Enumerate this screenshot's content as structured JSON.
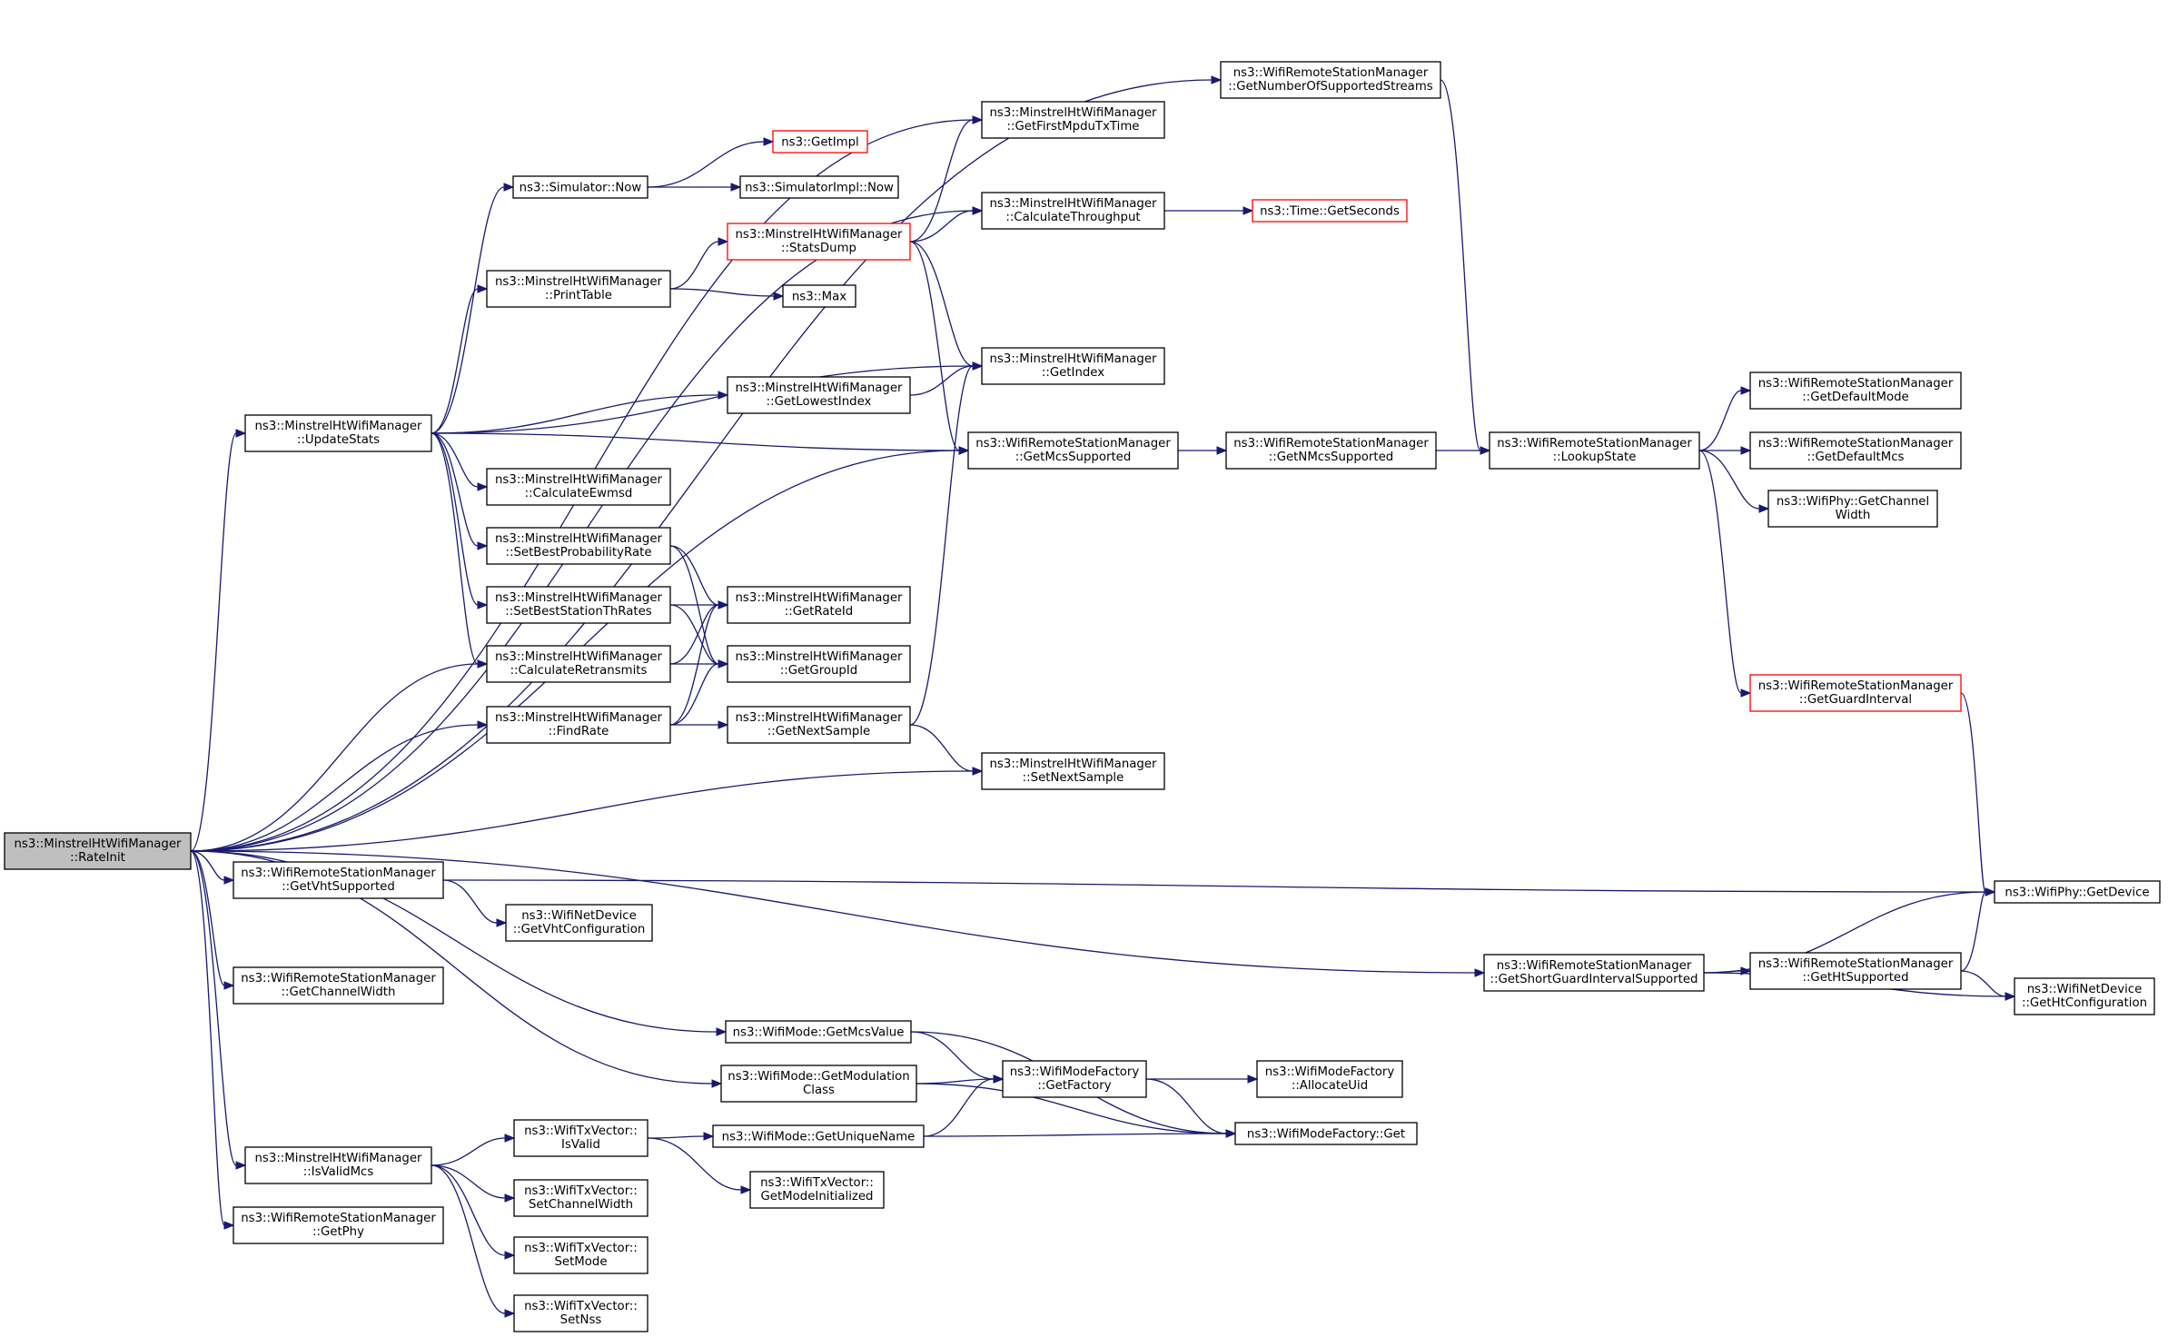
{
  "graph": {
    "edge_color": "#191970",
    "root_fill": "#bfbfbf",
    "truncated_node_border": "#ff0000",
    "nodes": [
      {
        "id": "rateinit",
        "lines": [
          "ns3::MinstrelHtWifiManager",
          "::RateInit"
        ],
        "style": "root"
      },
      {
        "id": "getnumstreams",
        "lines": [
          "ns3::WifiRemoteStationManager",
          "::GetNumberOfSupportedStreams"
        ]
      },
      {
        "id": "getfirstmpdu",
        "lines": [
          "ns3::MinstrelHtWifiManager",
          "::GetFirstMpduTxTime"
        ]
      },
      {
        "id": "getimpl",
        "lines": [
          "ns3::GetImpl"
        ],
        "style": "red"
      },
      {
        "id": "simnow",
        "lines": [
          "ns3::Simulator::Now"
        ]
      },
      {
        "id": "simimplnow",
        "lines": [
          "ns3::SimulatorImpl::Now"
        ]
      },
      {
        "id": "calcthroughput",
        "lines": [
          "ns3::MinstrelHtWifiManager",
          "::CalculateThroughput"
        ]
      },
      {
        "id": "getseconds",
        "lines": [
          "ns3::Time::GetSeconds"
        ],
        "style": "red"
      },
      {
        "id": "statsdump",
        "lines": [
          "ns3::MinstrelHtWifiManager",
          "::StatsDump"
        ],
        "style": "red"
      },
      {
        "id": "printtable",
        "lines": [
          "ns3::MinstrelHtWifiManager",
          "::PrintTable"
        ]
      },
      {
        "id": "max",
        "lines": [
          "ns3::Max"
        ]
      },
      {
        "id": "getindex",
        "lines": [
          "ns3::MinstrelHtWifiManager",
          "::GetIndex"
        ]
      },
      {
        "id": "getlowestindex",
        "lines": [
          "ns3::MinstrelHtWifiManager",
          "::GetLowestIndex"
        ]
      },
      {
        "id": "updatestats",
        "lines": [
          "ns3::MinstrelHtWifiManager",
          "::UpdateStats"
        ]
      },
      {
        "id": "getmcssupported",
        "lines": [
          "ns3::WifiRemoteStationManager",
          "::GetMcsSupported"
        ]
      },
      {
        "id": "getnmcssupported",
        "lines": [
          "ns3::WifiRemoteStationManager",
          "::GetNMcsSupported"
        ]
      },
      {
        "id": "lookupstate",
        "lines": [
          "ns3::WifiRemoteStationManager",
          "::LookupState"
        ]
      },
      {
        "id": "getdefaultmode",
        "lines": [
          "ns3::WifiRemoteStationManager",
          "::GetDefaultMode"
        ]
      },
      {
        "id": "getdefaultmcs",
        "lines": [
          "ns3::WifiRemoteStationManager",
          "::GetDefaultMcs"
        ]
      },
      {
        "id": "getchannelwidthphy",
        "lines": [
          "ns3::WifiPhy::GetChannel",
          "Width"
        ]
      },
      {
        "id": "calcewmsd",
        "lines": [
          "ns3::MinstrelHtWifiManager",
          "::CalculateEwmsd"
        ]
      },
      {
        "id": "setbestprob",
        "lines": [
          "ns3::MinstrelHtWifiManager",
          "::SetBestProbabilityRate"
        ]
      },
      {
        "id": "setbeststation",
        "lines": [
          "ns3::MinstrelHtWifiManager",
          "::SetBestStationThRates"
        ]
      },
      {
        "id": "getrateid",
        "lines": [
          "ns3::MinstrelHtWifiManager",
          "::GetRateId"
        ]
      },
      {
        "id": "calcretransmits",
        "lines": [
          "ns3::MinstrelHtWifiManager",
          "::CalculateRetransmits"
        ]
      },
      {
        "id": "getgroupid",
        "lines": [
          "ns3::MinstrelHtWifiManager",
          "::GetGroupId"
        ]
      },
      {
        "id": "getguardinterval",
        "lines": [
          "ns3::WifiRemoteStationManager",
          "::GetGuardInterval"
        ],
        "style": "red"
      },
      {
        "id": "findrate",
        "lines": [
          "ns3::MinstrelHtWifiManager",
          "::FindRate"
        ]
      },
      {
        "id": "getnextsample",
        "lines": [
          "ns3::MinstrelHtWifiManager",
          "::GetNextSample"
        ]
      },
      {
        "id": "setnextsample",
        "lines": [
          "ns3::MinstrelHtWifiManager",
          "::SetNextSample"
        ]
      },
      {
        "id": "getvhtsupported",
        "lines": [
          "ns3::WifiRemoteStationManager",
          "::GetVhtSupported"
        ]
      },
      {
        "id": "getdevice",
        "lines": [
          "ns3::WifiPhy::GetDevice"
        ]
      },
      {
        "id": "getvhtconfig",
        "lines": [
          "ns3::WifiNetDevice",
          "::GetVhtConfiguration"
        ]
      },
      {
        "id": "getsgisupported",
        "lines": [
          "ns3::WifiRemoteStationManager",
          "::GetShortGuardIntervalSupported"
        ]
      },
      {
        "id": "gethtsupported",
        "lines": [
          "ns3::WifiRemoteStationManager",
          "::GetHtSupported"
        ]
      },
      {
        "id": "gethtconfig",
        "lines": [
          "ns3::WifiNetDevice",
          "::GetHtConfiguration"
        ]
      },
      {
        "id": "getchannelwidthrsm",
        "lines": [
          "ns3::WifiRemoteStationManager",
          "::GetChannelWidth"
        ]
      },
      {
        "id": "getmcsvalue",
        "lines": [
          "ns3::WifiMode::GetMcsValue"
        ]
      },
      {
        "id": "getfactory",
        "lines": [
          "ns3::WifiModeFactory",
          "::GetFactory"
        ]
      },
      {
        "id": "allocateuid",
        "lines": [
          "ns3::WifiModeFactory",
          "::AllocateUid"
        ]
      },
      {
        "id": "getmodclass",
        "lines": [
          "ns3::WifiMode::GetModulation",
          "Class"
        ]
      },
      {
        "id": "wmfget",
        "lines": [
          "ns3::WifiModeFactory::Get"
        ]
      },
      {
        "id": "isvalid",
        "lines": [
          "ns3::WifiTxVector::",
          "IsValid"
        ]
      },
      {
        "id": "getuniquename",
        "lines": [
          "ns3::WifiMode::GetUniqueName"
        ]
      },
      {
        "id": "isvalidmcs",
        "lines": [
          "ns3::MinstrelHtWifiManager",
          "::IsValidMcs"
        ]
      },
      {
        "id": "getmodeinit",
        "lines": [
          "ns3::WifiTxVector::",
          "GetModeInitialized"
        ]
      },
      {
        "id": "setchannelwidth",
        "lines": [
          "ns3::WifiTxVector::",
          "SetChannelWidth"
        ]
      },
      {
        "id": "getphy",
        "lines": [
          "ns3::WifiRemoteStationManager",
          "::GetPhy"
        ]
      },
      {
        "id": "setmode",
        "lines": [
          "ns3::WifiTxVector::",
          "SetMode"
        ]
      },
      {
        "id": "setnss",
        "lines": [
          "ns3::WifiTxVector::",
          "SetNss"
        ]
      }
    ],
    "edges": [
      [
        "rateinit",
        "getnumstreams"
      ],
      [
        "rateinit",
        "getfirstmpdu"
      ],
      [
        "rateinit",
        "calcthroughput"
      ],
      [
        "rateinit",
        "updatestats"
      ],
      [
        "rateinit",
        "calcretransmits"
      ],
      [
        "rateinit",
        "findrate"
      ],
      [
        "rateinit",
        "getmcssupported"
      ],
      [
        "rateinit",
        "setnextsample"
      ],
      [
        "rateinit",
        "getvhtsupported"
      ],
      [
        "rateinit",
        "getchannelwidthrsm"
      ],
      [
        "rateinit",
        "getsgisupported"
      ],
      [
        "rateinit",
        "getmcsvalue"
      ],
      [
        "rateinit",
        "getmodclass"
      ],
      [
        "rateinit",
        "isvalidmcs"
      ],
      [
        "rateinit",
        "getphy"
      ],
      [
        "getnumstreams",
        "lookupstate"
      ],
      [
        "simnow",
        "getimpl"
      ],
      [
        "simnow",
        "simimplnow"
      ],
      [
        "calcthroughput",
        "getseconds"
      ],
      [
        "statsdump",
        "getfirstmpdu"
      ],
      [
        "statsdump",
        "calcthroughput"
      ],
      [
        "statsdump",
        "getindex"
      ],
      [
        "statsdump",
        "getmcssupported"
      ],
      [
        "printtable",
        "statsdump"
      ],
      [
        "printtable",
        "max"
      ],
      [
        "getlowestindex",
        "getindex"
      ],
      [
        "updatestats",
        "simnow"
      ],
      [
        "updatestats",
        "printtable"
      ],
      [
        "updatestats",
        "getindex"
      ],
      [
        "updatestats",
        "getlowestindex"
      ],
      [
        "updatestats",
        "getmcssupported"
      ],
      [
        "updatestats",
        "calcewmsd"
      ],
      [
        "updatestats",
        "setbestprob"
      ],
      [
        "updatestats",
        "setbeststation"
      ],
      [
        "updatestats",
        "calcretransmits"
      ],
      [
        "getmcssupported",
        "getnmcssupported"
      ],
      [
        "getnmcssupported",
        "lookupstate"
      ],
      [
        "lookupstate",
        "getdefaultmode"
      ],
      [
        "lookupstate",
        "getdefaultmcs"
      ],
      [
        "lookupstate",
        "getchannelwidthphy"
      ],
      [
        "lookupstate",
        "getguardinterval"
      ],
      [
        "getguardinterval",
        "getdevice"
      ],
      [
        "setbestprob",
        "getrateid"
      ],
      [
        "setbestprob",
        "getgroupid"
      ],
      [
        "setbeststation",
        "getrateid"
      ],
      [
        "setbeststation",
        "getgroupid"
      ],
      [
        "calcretransmits",
        "getrateid"
      ],
      [
        "calcretransmits",
        "getgroupid"
      ],
      [
        "findrate",
        "getrateid"
      ],
      [
        "findrate",
        "getgroupid"
      ],
      [
        "findrate",
        "getnextsample"
      ],
      [
        "getnextsample",
        "getindex"
      ],
      [
        "getnextsample",
        "setnextsample"
      ],
      [
        "getvhtsupported",
        "getdevice"
      ],
      [
        "getvhtsupported",
        "getvhtconfig"
      ],
      [
        "getsgisupported",
        "getdevice"
      ],
      [
        "getsgisupported",
        "gethtsupported"
      ],
      [
        "getsgisupported",
        "gethtconfig"
      ],
      [
        "gethtsupported",
        "getdevice"
      ],
      [
        "gethtsupported",
        "gethtconfig"
      ],
      [
        "getmcsvalue",
        "getfactory"
      ],
      [
        "getmcsvalue",
        "wmfget"
      ],
      [
        "getmodclass",
        "getfactory"
      ],
      [
        "getmodclass",
        "wmfget"
      ],
      [
        "getfactory",
        "allocateuid"
      ],
      [
        "getfactory",
        "wmfget"
      ],
      [
        "isvalidmcs",
        "isvalid"
      ],
      [
        "isvalidmcs",
        "setchannelwidth"
      ],
      [
        "isvalidmcs",
        "setmode"
      ],
      [
        "isvalidmcs",
        "setnss"
      ],
      [
        "isvalid",
        "getuniquename"
      ],
      [
        "isvalid",
        "getmodeinit"
      ],
      [
        "getuniquename",
        "getfactory"
      ],
      [
        "getuniquename",
        "wmfget"
      ]
    ]
  }
}
